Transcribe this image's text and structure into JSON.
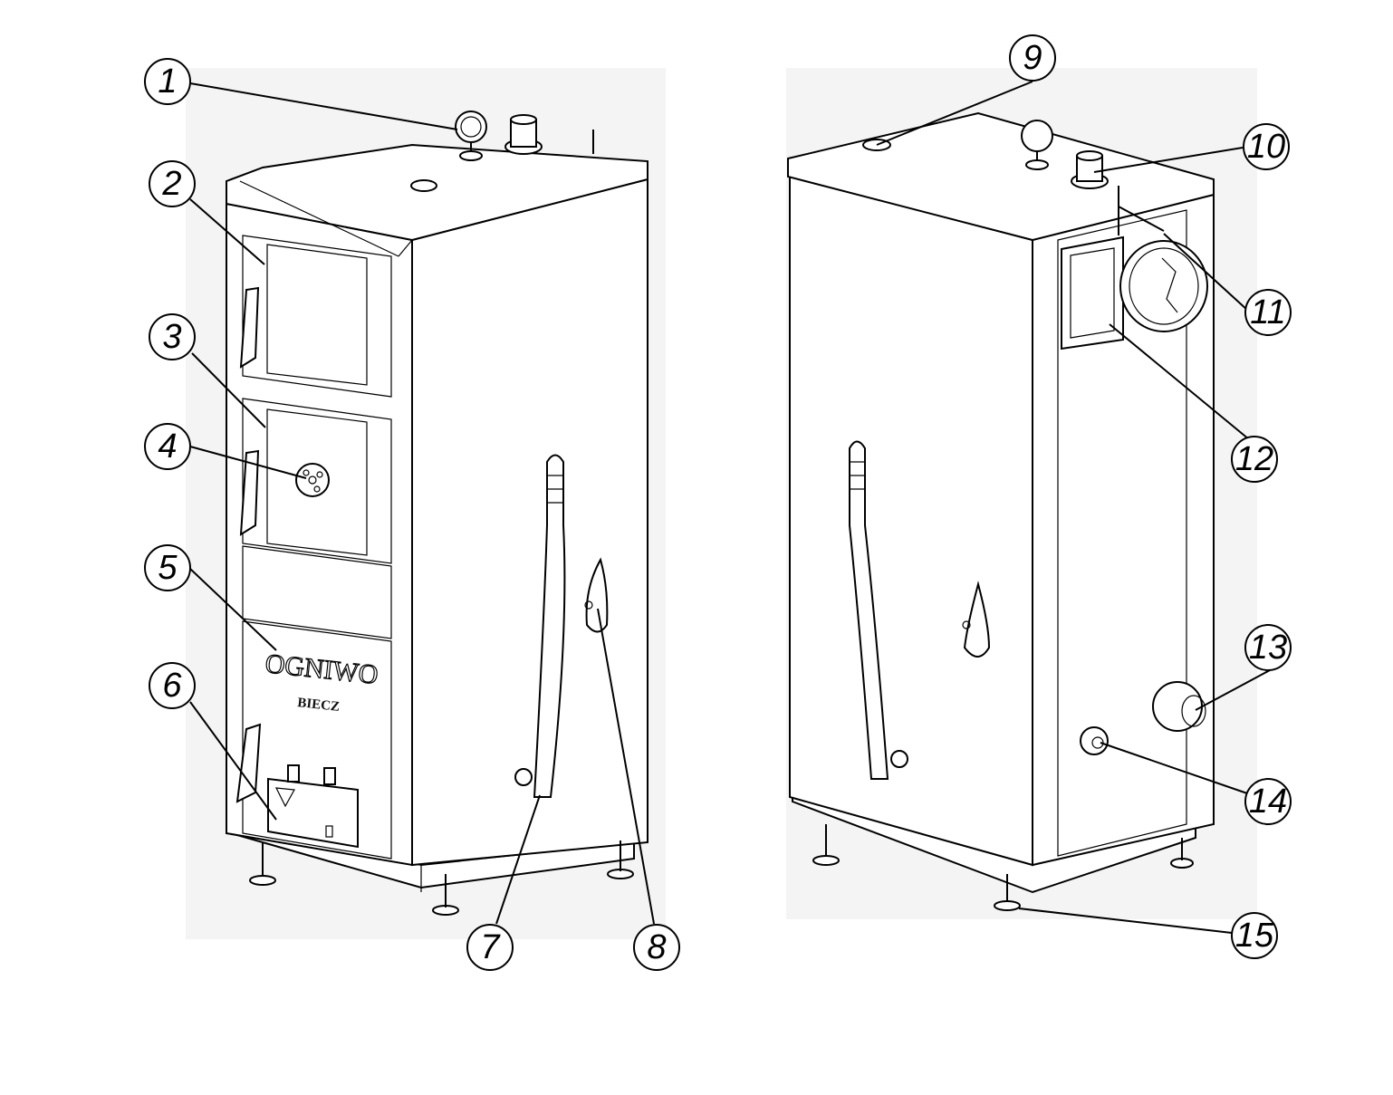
{
  "brand": {
    "name": "OGNIWO",
    "city": "BIECZ"
  },
  "callouts": [
    "1",
    "2",
    "3",
    "4",
    "5",
    "6",
    "7",
    "8",
    "9",
    "10",
    "11",
    "12",
    "13",
    "14",
    "15"
  ],
  "colors": {
    "background": "#ffffff",
    "backdrop": "#f4f4f4",
    "line": "#000000"
  }
}
